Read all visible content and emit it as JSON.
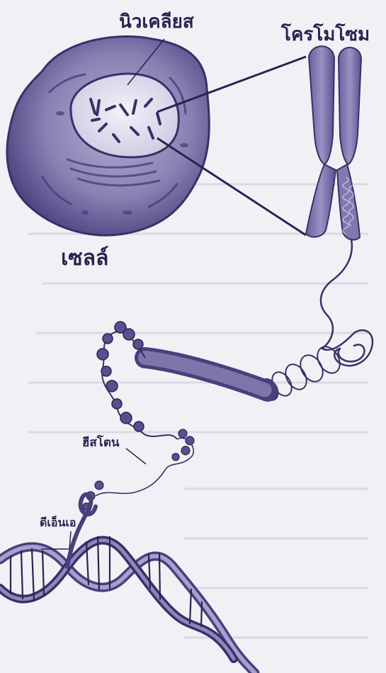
{
  "labels": {
    "nucleus": "นิวเคลียส",
    "chromosome": "โครโมโซม",
    "cell": "เซลล์",
    "histone": "ฮีสโตน",
    "dna": "ดีเอ็นเอ"
  },
  "colors": {
    "cell_fill": "#8d84b3",
    "cell_dark": "#4a3f7c",
    "ink": "#2a2350",
    "paper": "#f2f0f5",
    "nucleus_fill": "#e6e2f0"
  }
}
